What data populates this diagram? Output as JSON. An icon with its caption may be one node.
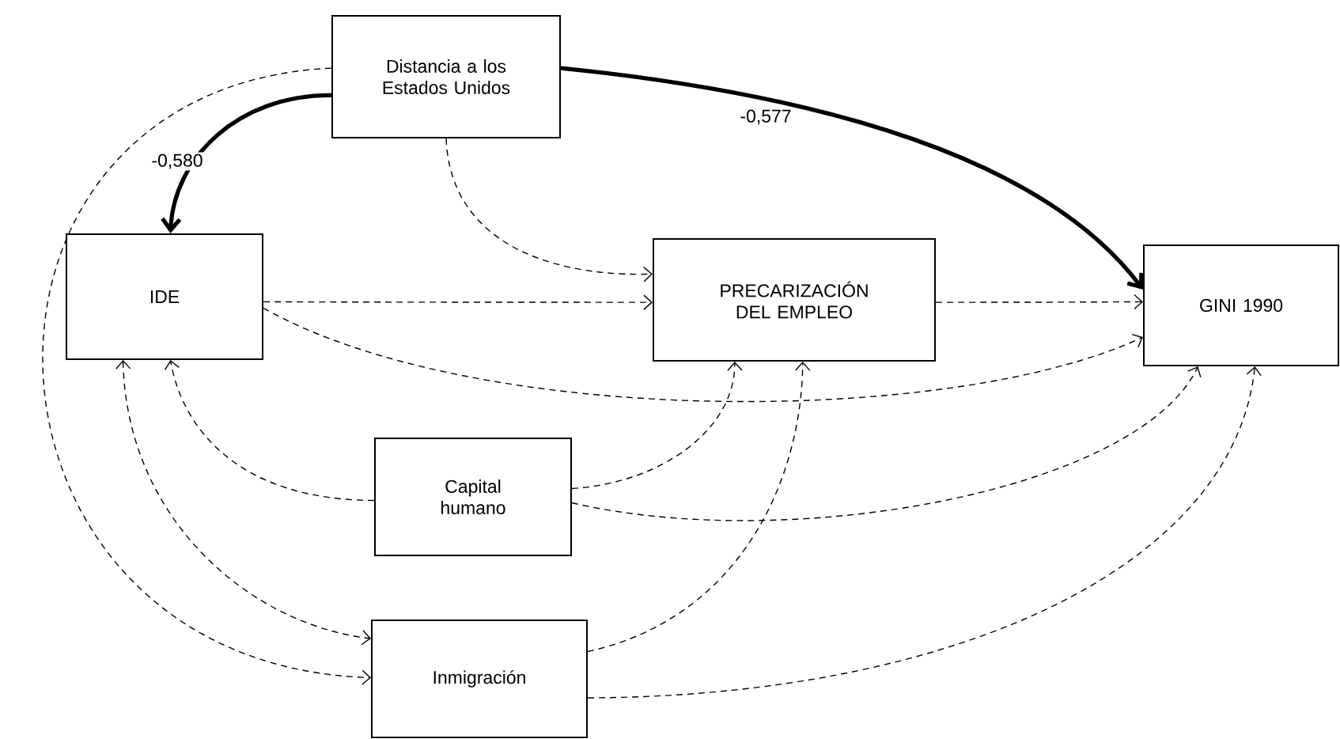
{
  "diagram": {
    "nodes": [
      {
        "text": [
          "Distancia a los Estados Unidos"
        ]
      },
      {
        "text": [
          "IDE"
        ]
      },
      {
        "text": [
          "PRECARIZACIÓN DEL EMPLEO"
        ]
      },
      {
        "text": [
          "GINI 1990"
        ]
      },
      {
        "text": [
          "Capital humano"
        ]
      },
      {
        "text": [
          "Inmigración"
        ]
      }
    ],
    "edges": [
      {
        "from": 0,
        "to": 1,
        "arrow": "to",
        "style": "thick",
        "label": "-0,580"
      },
      {
        "from": 0,
        "to": 3,
        "arrow": "to",
        "style": "thick",
        "label": "-0,577"
      },
      {
        "from": 0,
        "to": 2,
        "arrow": "to",
        "style": "dashed"
      },
      {
        "from": 1,
        "to": 2,
        "arrow": "to",
        "style": "dashed"
      },
      {
        "from": 1,
        "to": 3,
        "arrow": "to",
        "style": "dashed"
      },
      {
        "from": 2,
        "to": 3,
        "arrow": "to",
        "style": "dashed"
      },
      {
        "from": 0,
        "to": 5,
        "arrow": "to",
        "style": "dashed"
      },
      {
        "from": 1,
        "to": 5,
        "arrow": "both",
        "style": "dashed"
      },
      {
        "from": 4,
        "to": 1,
        "arrow": "to",
        "style": "dashed"
      },
      {
        "from": 4,
        "to": 2,
        "arrow": "to",
        "style": "dashed"
      },
      {
        "from": 4,
        "to": 3,
        "arrow": "to",
        "style": "dashed"
      },
      {
        "from": 5,
        "to": 2,
        "arrow": "to",
        "style": "dashed"
      },
      {
        "from": 5,
        "to": 3,
        "arrow": "to",
        "style": "dashed"
      }
    ]
  }
}
